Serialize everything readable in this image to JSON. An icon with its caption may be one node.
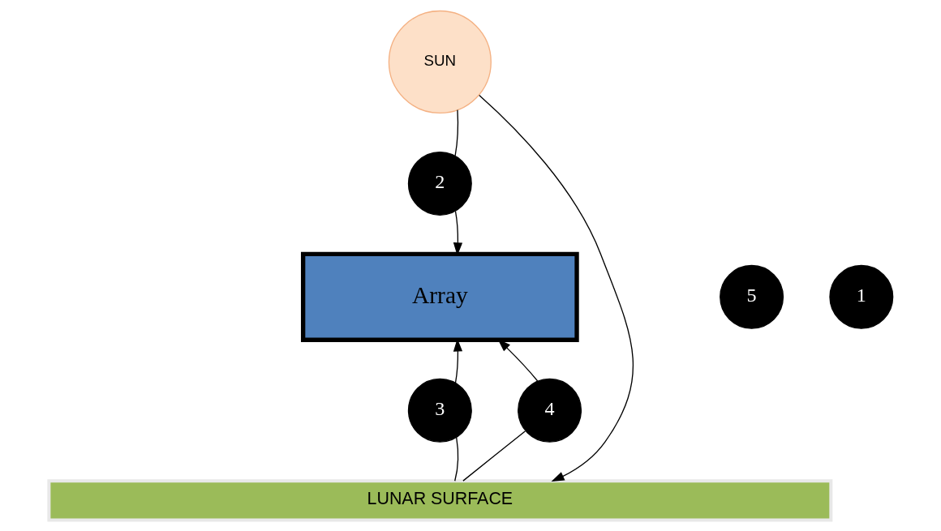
{
  "diagram": {
    "nodes": [
      {
        "text": [
          "SUN"
        ]
      },
      {
        "text": [
          "2"
        ]
      },
      {
        "text": [
          "Array"
        ]
      },
      {
        "text": [
          "1"
        ]
      },
      {
        "text": [
          "5"
        ]
      },
      {
        "text": [
          "3"
        ]
      },
      {
        "text": [
          "4"
        ]
      },
      {
        "text": [
          "LUNAR SURFACE"
        ]
      }
    ],
    "edges": [
      {
        "from": 0,
        "to": 1,
        "arrow": "none"
      },
      {
        "from": 1,
        "to": 2,
        "arrow": "to"
      },
      {
        "from": 0,
        "to": 7,
        "arrow": "to"
      },
      {
        "from": 7,
        "to": 5,
        "arrow": "none"
      },
      {
        "from": 5,
        "to": 2,
        "arrow": "to"
      },
      {
        "from": 7,
        "to": 6,
        "arrow": "none"
      },
      {
        "from": 6,
        "to": 2,
        "arrow": "to"
      }
    ]
  }
}
